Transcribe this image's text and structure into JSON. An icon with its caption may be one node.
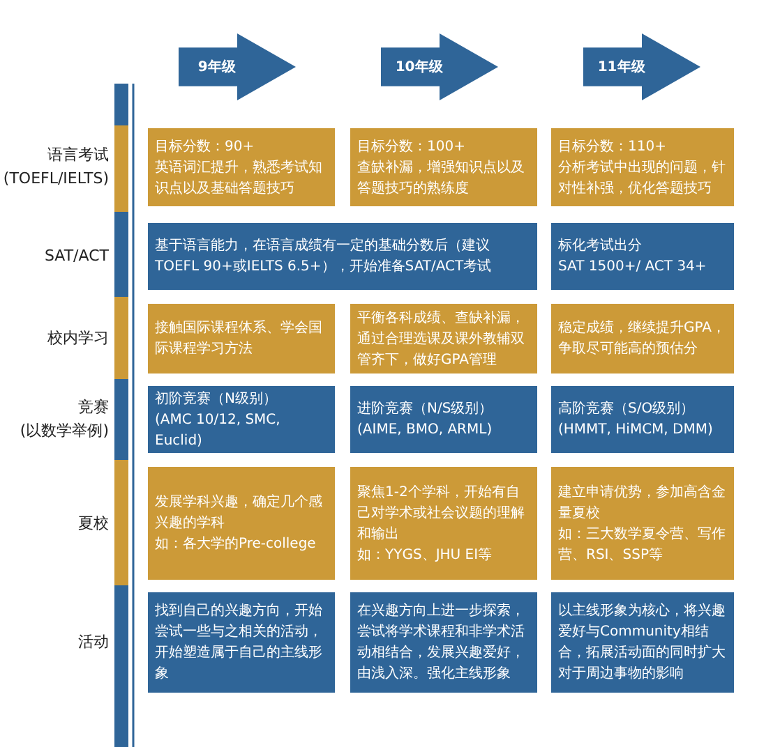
{
  "diagram": {
    "nodes": [
      {
        "text": [
          "9年级"
        ]
      },
      {
        "text": [
          "10年级"
        ]
      },
      {
        "text": [
          "11年级"
        ]
      },
      {
        "text": [
          "目标分数：90+",
          "英语词汇提升，熟悉考试知识点以及基础答题技巧"
        ]
      },
      {
        "text": [
          "目标分数：100+",
          "查缺补漏，增强知识点以及答题技巧的熟练度"
        ]
      },
      {
        "text": [
          "目标分数：110+",
          "分析考试中出现的问题，针对性补强，优化答题技巧"
        ]
      },
      {
        "text": [
          "基于语言能力，在语言成绩有一定的基础分数后（建议TOEFL 90+或IELTS 6.5+），开始准备SAT/ACT考试"
        ]
      },
      {
        "text": [
          "标化考试出分",
          "SAT 1500+/ ACT 34+"
        ]
      },
      {
        "text": [
          "接触国际课程体系、学会国际课程学习方法"
        ]
      },
      {
        "text": [
          "平衡各科成绩、查缺补漏，通过合理选课及课外教辅双管齐下，做好GPA管理"
        ]
      },
      {
        "text": [
          "稳定成绩，继续提升GPA，争取尽可能高的预估分"
        ]
      },
      {
        "text": [
          "初阶竞赛（N级别）",
          "(AMC 10/12, SMC, Euclid)"
        ]
      },
      {
        "text": [
          "进阶竞赛（N/S级别）",
          "(AIME, BMO, ARML)"
        ]
      },
      {
        "text": [
          "高阶竞赛（S/O级别）",
          "(HMMT, HiMCM, DMM)"
        ]
      },
      {
        "text": [
          "发展学科兴趣，确定几个感兴趣的学科",
          "如：各大学的Pre-college"
        ]
      },
      {
        "text": [
          "聚焦1-2个学科，开始有自己对学术或社会议题的理解和输出",
          "如：YYGS、JHU EI等"
        ]
      },
      {
        "text": [
          "建立申请优势，参加高含金量夏校",
          "如：三大数学夏令营、写作营、RSI、SSP等"
        ]
      },
      {
        "text": [
          "找到自己的兴趣方向，开始尝试一些与之相关的活动，开始塑造属于自己的主线形象"
        ]
      },
      {
        "text": [
          "在兴趣方向上进一步探索，尝试将学术课程和非学术活动相结合，发展兴趣爱好，由浅入深。强化主线形象"
        ]
      },
      {
        "text": [
          "以主线形象为核心，将兴趣爱好与Community相结合，拓展活动面的同时扩大对于周边事物的影响"
        ]
      }
    ],
    "edges": [],
    "labels": [
      "语言考试 (TOEFL/IELTS)",
      "SAT/ACT",
      "校内学习",
      "竞赛 (以数学举例)",
      "夏校",
      "活动"
    ]
  }
}
